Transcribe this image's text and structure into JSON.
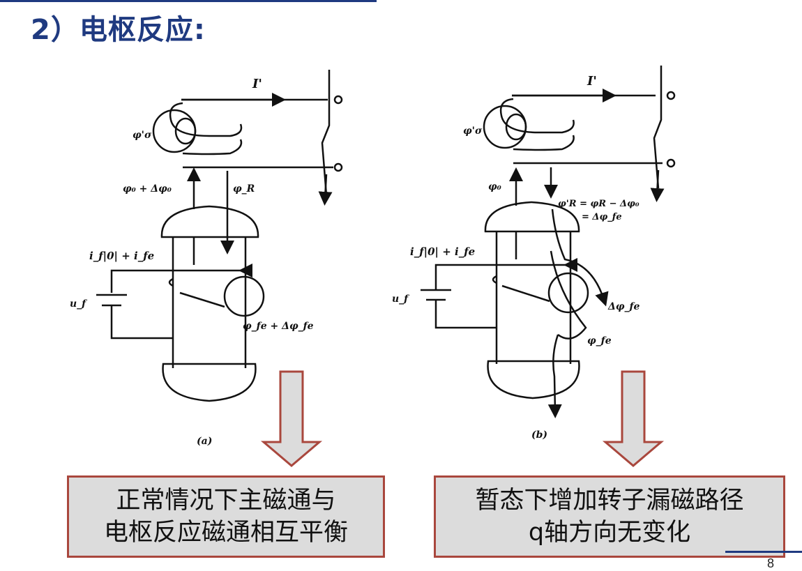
{
  "title": "2）电枢反应:",
  "figure_a": {
    "label_I": "I'",
    "label_phi_sigma": "φ'σ",
    "label_phi_top_left": "φ₀ + Δφ₀",
    "label_phi_top_right": "φ_R",
    "label_current": "i_f|0| + i_fe",
    "label_uf": "u_f",
    "label_phi_fe": "φ_fe + Δφ_fe",
    "caption": "(a)"
  },
  "figure_b": {
    "label_I": "I'",
    "label_phi_sigma": "φ'σ",
    "label_phi_top_left": "φ₀",
    "label_phi_R_eq1": "φ'R = φR − Δφ₀",
    "label_phi_R_eq2": "= Δφ_fe",
    "label_current": "i_f|0| + i_fe",
    "label_uf": "u_f",
    "label_delta_phi_fe": "Δφ_fe",
    "label_phi_fe": "φ_fe",
    "caption": "(b)"
  },
  "caption_left": {
    "line1": "正常情况下主磁通与",
    "line2": "电枢反应磁通相互平衡"
  },
  "caption_right": {
    "line1": "暂态下增加转子漏磁路径",
    "line2": "q轴方向无变化"
  },
  "page_number": "8",
  "colors": {
    "title": "#1f3a80",
    "arrow_fill": "#dcdcdc",
    "arrow_stroke": "#a9473d",
    "box_fill": "#dcdcdc",
    "box_stroke": "#a9473d"
  }
}
